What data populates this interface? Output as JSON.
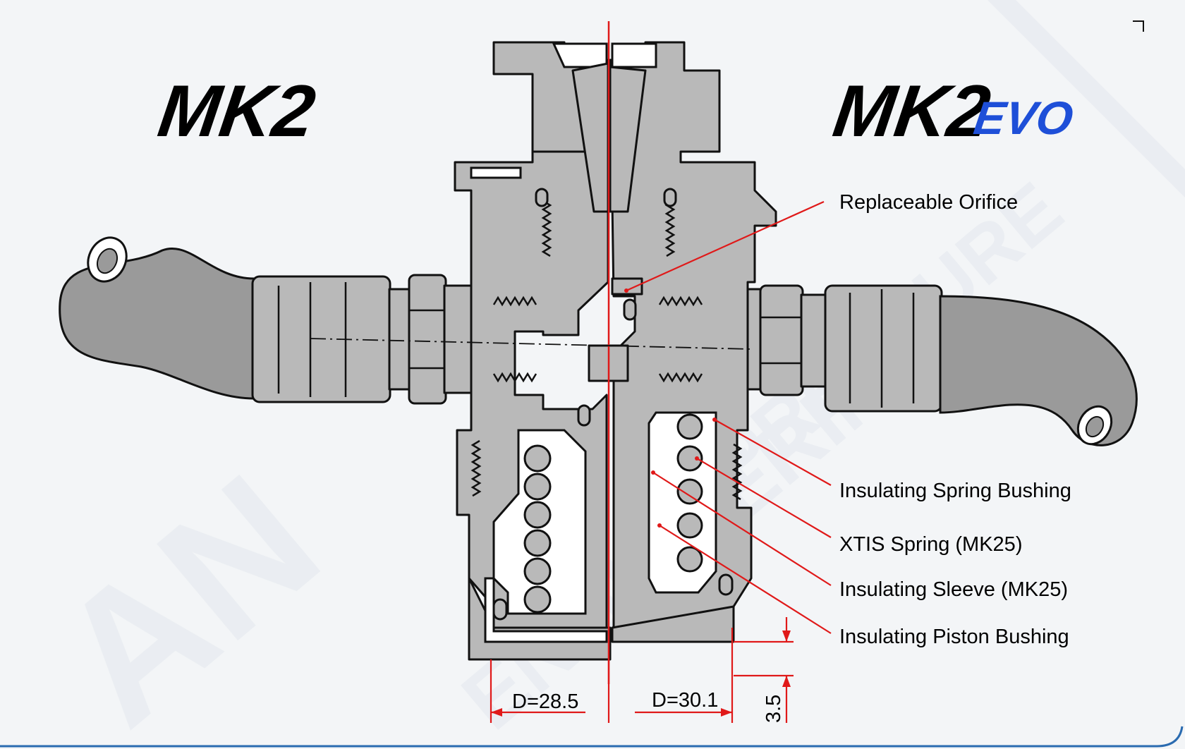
{
  "titles": {
    "left": "MK2",
    "right_main": "MK2",
    "right_suffix": "EVO"
  },
  "callouts": [
    "Replaceable Orifice",
    "Insulating Spring Bushing",
    "XTIS Spring (MK25)",
    "Insulating Sleeve (MK25)",
    "Insulating Piston Bushing"
  ],
  "dimensions": {
    "left_diameter": "D=28.5",
    "right_diameter": "D=30.1",
    "offset": "3.5"
  },
  "colors": {
    "accent_blue": "#1e4fd8",
    "leader_red": "#e01919",
    "body_gray": "#b9b9b9",
    "frame_blue": "#2a6bb0"
  },
  "icons": [
    "corner-mark-icon"
  ]
}
